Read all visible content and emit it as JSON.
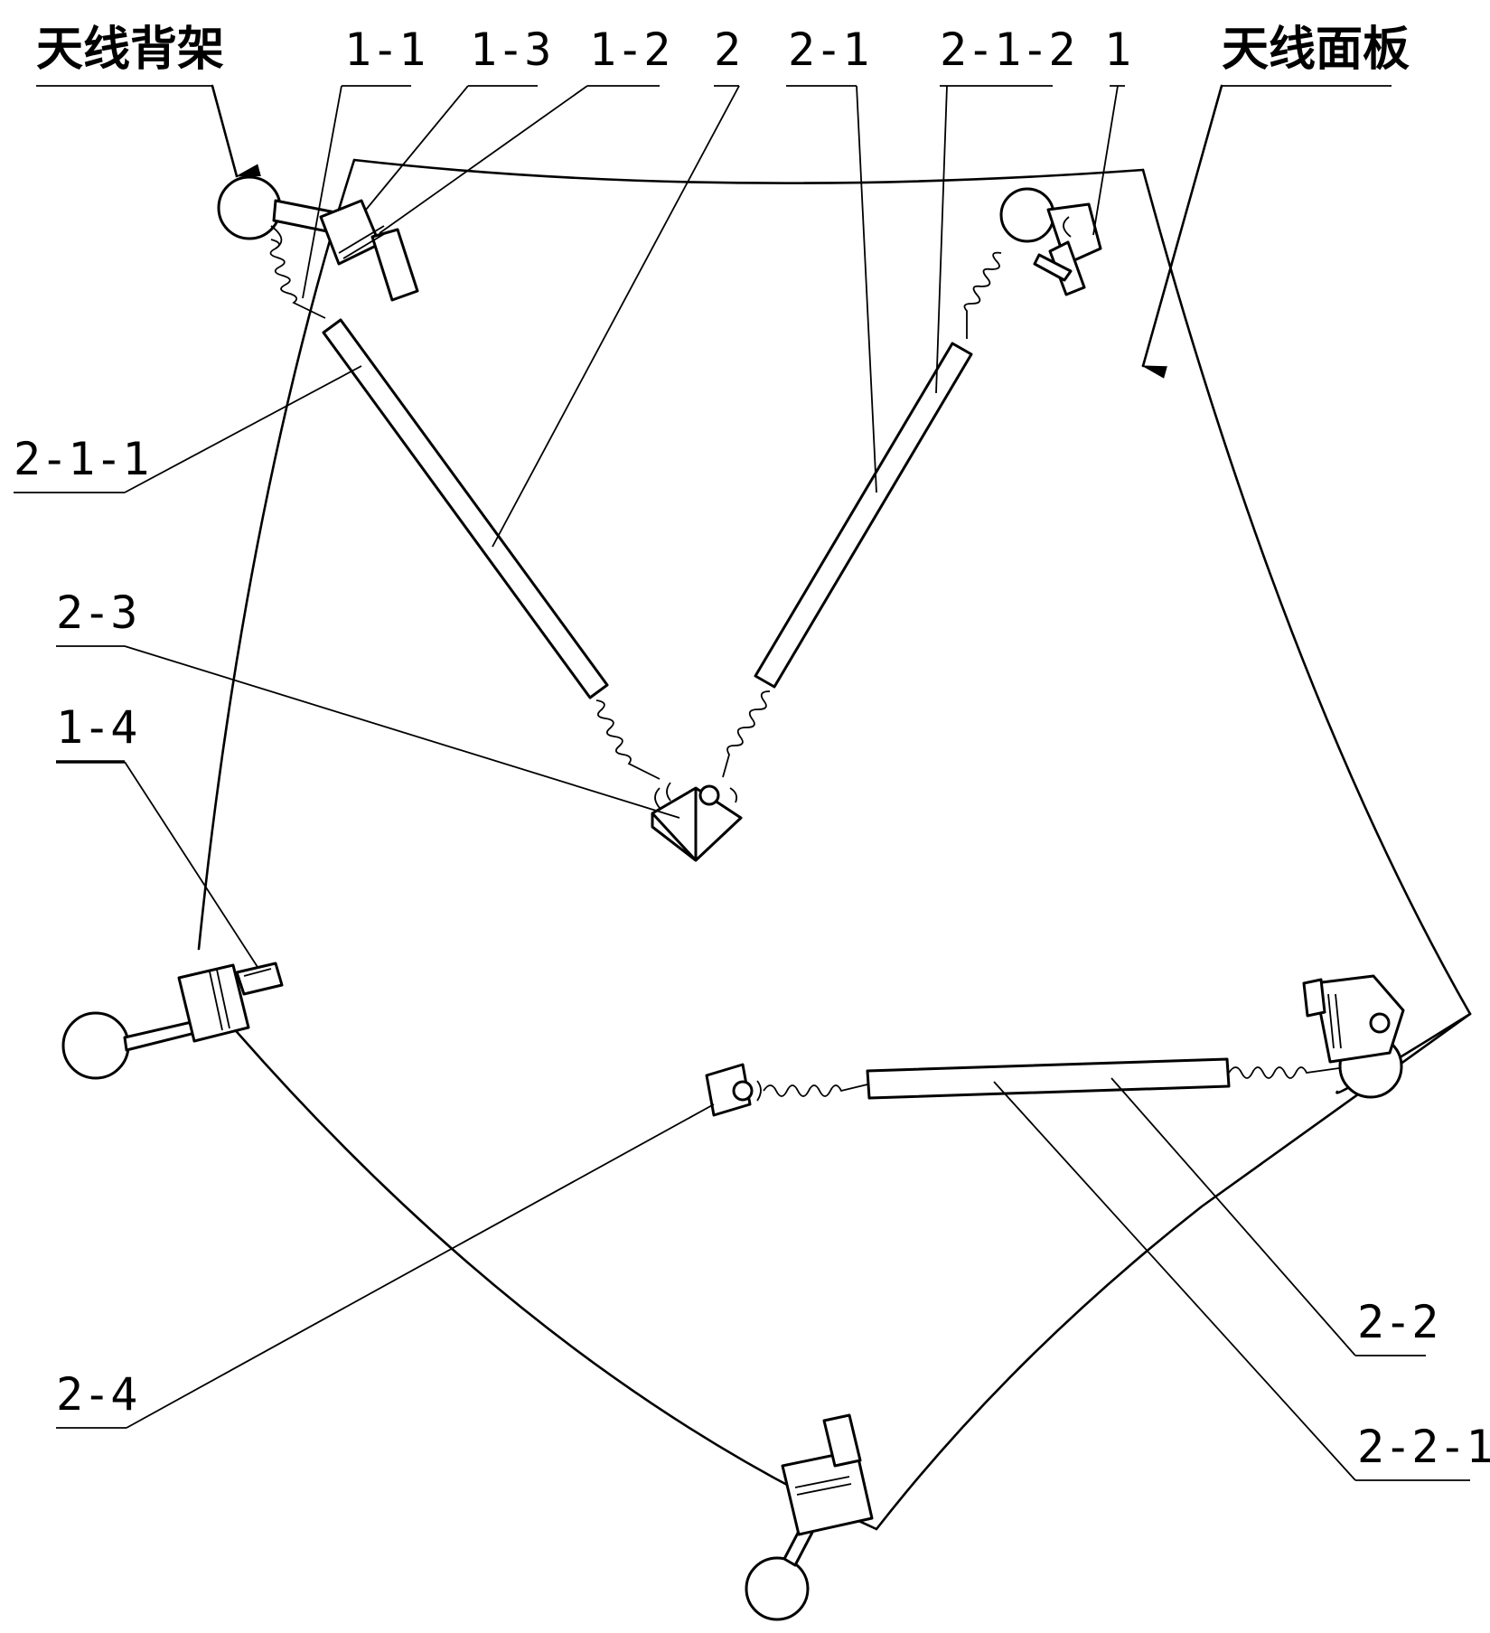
{
  "labels": {
    "antenna_back_frame": "天线背架",
    "antenna_panel": "天线面板",
    "l_1_1": "1-1",
    "l_1_3": "1-3",
    "l_1_2": "1-2",
    "l_2": "2",
    "l_2_1": "2-1",
    "l_2_1_2": "2-1-2",
    "l_1": "1",
    "l_2_1_1": "2-1-1",
    "l_2_3": "2-3",
    "l_1_4": "1-4",
    "l_2_2": "2-2",
    "l_2_4": "2-4",
    "l_2_2_1": "2-2-1"
  }
}
